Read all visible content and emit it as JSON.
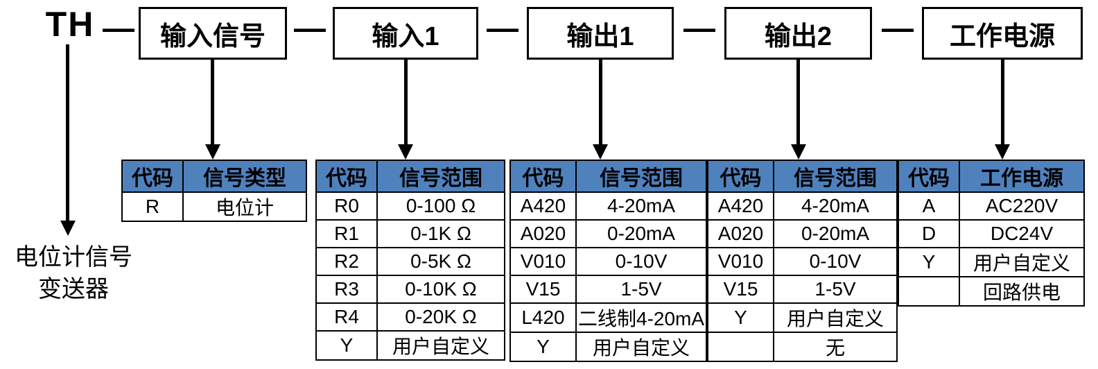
{
  "diagram": {
    "prefix": "TH",
    "separator": "—",
    "left_note": {
      "line1": "电位计信号",
      "line2": "变送器"
    }
  },
  "top_boxes": [
    {
      "label": "输入信号"
    },
    {
      "label": "输入1"
    },
    {
      "label": "输出1"
    },
    {
      "label": "输出2"
    },
    {
      "label": "工作电源"
    }
  ],
  "tables": [
    {
      "headers": [
        "代码",
        "信号类型"
      ],
      "rows": [
        [
          "R",
          "电位计"
        ]
      ]
    },
    {
      "headers": [
        "代码",
        "信号范围"
      ],
      "rows": [
        [
          "R0",
          "0-100 Ω"
        ],
        [
          "R1",
          "0-1K Ω"
        ],
        [
          "R2",
          "0-5K Ω"
        ],
        [
          "R3",
          "0-10K Ω"
        ],
        [
          "R4",
          "0-20K Ω"
        ],
        [
          "Y",
          "用户自定义"
        ]
      ]
    },
    {
      "headers": [
        "代码",
        "信号范围"
      ],
      "rows": [
        [
          "A420",
          "4-20mA"
        ],
        [
          "A020",
          "0-20mA"
        ],
        [
          "V010",
          "0-10V"
        ],
        [
          "V15",
          "1-5V"
        ],
        [
          "L420",
          "二线制4-20mA"
        ],
        [
          "Y",
          "用户自定义"
        ]
      ]
    },
    {
      "headers": [
        "代码",
        "信号范围"
      ],
      "rows": [
        [
          "A420",
          "4-20mA"
        ],
        [
          "A020",
          "0-20mA"
        ],
        [
          "V010",
          "0-10V"
        ],
        [
          "V15",
          "1-5V"
        ],
        [
          "Y",
          "用户自定义"
        ],
        [
          "",
          "无"
        ]
      ]
    },
    {
      "headers": [
        "代码",
        "工作电源"
      ],
      "rows": [
        [
          "A",
          "AC220V"
        ],
        [
          "D",
          "DC24V"
        ],
        [
          "Y",
          "用户自定义"
        ],
        [
          "",
          "回路供电"
        ]
      ]
    }
  ],
  "colors": {
    "header_bg": "#4f81bd",
    "border": "#000000",
    "background": "#ffffff",
    "text": "#000000"
  }
}
